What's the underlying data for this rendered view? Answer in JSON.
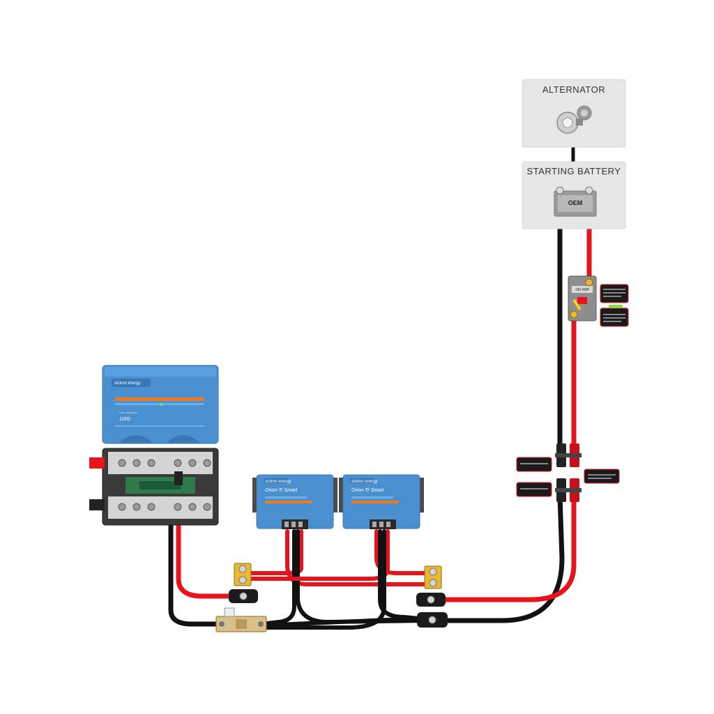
{
  "panels": {
    "alternator": {
      "title": "ALTERNATOR"
    },
    "starting_battery": {
      "title": "STARTING BATTERY",
      "battery_label": "OEM"
    }
  },
  "devices": {
    "inverter": {
      "brand": "victron energy",
      "model_line": "Lynx distributor",
      "rating": "1000"
    },
    "charger_left": {
      "brand": "victron energy",
      "title": "Orion-Tr Smart"
    },
    "charger_right": {
      "brand": "victron energy",
      "title": "Orion-Tr Smart"
    },
    "breaker": {
      "label": "150 AMP"
    }
  },
  "colors": {
    "positive_cable": "#e8141b",
    "negative_cable": "#111111",
    "victron_blue": "#4a90d0",
    "panel_bg": "#e6e6e6",
    "busbar_gold": "#e8b830"
  }
}
